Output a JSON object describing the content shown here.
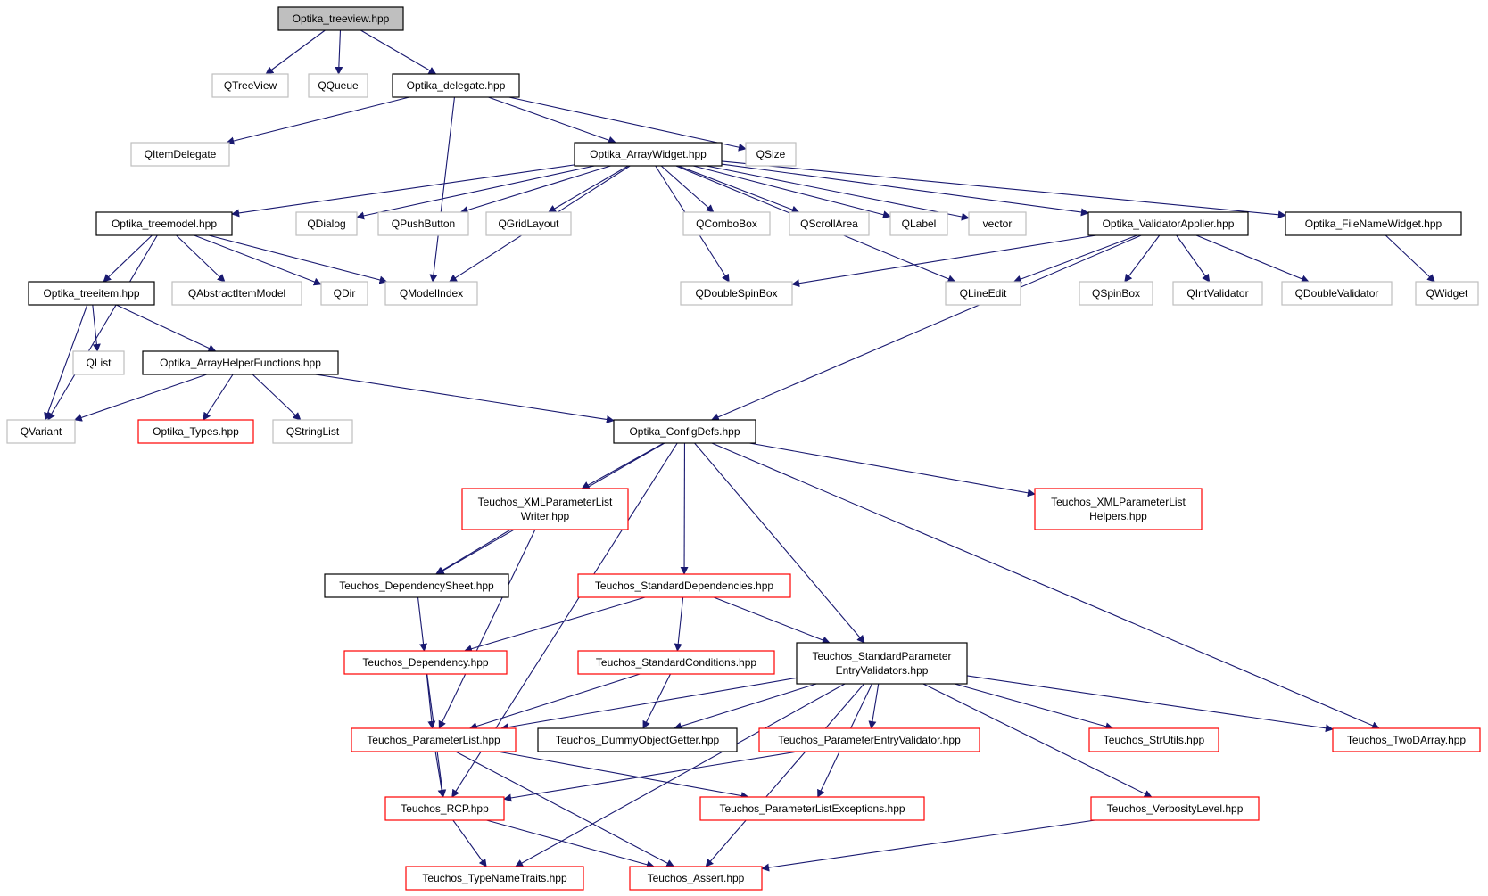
{
  "diagram": {
    "title": "",
    "colors": {
      "edge": "#191970",
      "border_internal": "#000000",
      "border_external": "#bfbfbf",
      "border_undocumented": "#ff0000",
      "fill_root": "#bfbfbf",
      "fill_default": "#ffffff"
    },
    "nodes": [
      {
        "id": "n_root",
        "lines": [
          "Optika_treeview.hpp"
        ],
        "kind": "root"
      },
      {
        "id": "n_qtreeview",
        "lines": [
          "QTreeView"
        ],
        "kind": "external"
      },
      {
        "id": "n_qqueue",
        "lines": [
          "QQueue"
        ],
        "kind": "external"
      },
      {
        "id": "n_delegate",
        "lines": [
          "Optika_delegate.hpp"
        ],
        "kind": "internal"
      },
      {
        "id": "n_qitemdelegate",
        "lines": [
          "QItemDelegate"
        ],
        "kind": "external"
      },
      {
        "id": "n_arraywidget",
        "lines": [
          "Optika_ArrayWidget.hpp"
        ],
        "kind": "internal"
      },
      {
        "id": "n_qsize",
        "lines": [
          "QSize"
        ],
        "kind": "external"
      },
      {
        "id": "n_treemodel",
        "lines": [
          "Optika_treemodel.hpp"
        ],
        "kind": "internal"
      },
      {
        "id": "n_qdialog",
        "lines": [
          "QDialog"
        ],
        "kind": "external"
      },
      {
        "id": "n_qpushbutton",
        "lines": [
          "QPushButton"
        ],
        "kind": "external"
      },
      {
        "id": "n_qgridlayout",
        "lines": [
          "QGridLayout"
        ],
        "kind": "external"
      },
      {
        "id": "n_qcombobox",
        "lines": [
          "QComboBox"
        ],
        "kind": "external"
      },
      {
        "id": "n_qscrollarea",
        "lines": [
          "QScrollArea"
        ],
        "kind": "external"
      },
      {
        "id": "n_qlabel",
        "lines": [
          "QLabel"
        ],
        "kind": "external"
      },
      {
        "id": "n_vector",
        "lines": [
          "vector"
        ],
        "kind": "external"
      },
      {
        "id": "n_validatorapplier",
        "lines": [
          "Optika_ValidatorApplier.hpp"
        ],
        "kind": "internal"
      },
      {
        "id": "n_filenamewidget",
        "lines": [
          "Optika_FileNameWidget.hpp"
        ],
        "kind": "internal"
      },
      {
        "id": "n_treeitem",
        "lines": [
          "Optika_treeitem.hpp"
        ],
        "kind": "internal"
      },
      {
        "id": "n_qabstractitemmodel",
        "lines": [
          "QAbstractItemModel"
        ],
        "kind": "external"
      },
      {
        "id": "n_qdir",
        "lines": [
          "QDir"
        ],
        "kind": "external"
      },
      {
        "id": "n_qmodelindex",
        "lines": [
          "QModelIndex"
        ],
        "kind": "external"
      },
      {
        "id": "n_qdoublespinbox",
        "lines": [
          "QDoubleSpinBox"
        ],
        "kind": "external"
      },
      {
        "id": "n_qlineedit",
        "lines": [
          "QLineEdit"
        ],
        "kind": "external"
      },
      {
        "id": "n_qspinbox",
        "lines": [
          "QSpinBox"
        ],
        "kind": "external"
      },
      {
        "id": "n_qintvalidator",
        "lines": [
          "QIntValidator"
        ],
        "kind": "external"
      },
      {
        "id": "n_qdoublevalidator",
        "lines": [
          "QDoubleValidator"
        ],
        "kind": "external"
      },
      {
        "id": "n_qwidget",
        "lines": [
          "QWidget"
        ],
        "kind": "external"
      },
      {
        "id": "n_qlist",
        "lines": [
          "QList"
        ],
        "kind": "external"
      },
      {
        "id": "n_arrayhelper",
        "lines": [
          "Optika_ArrayHelperFunctions.hpp"
        ],
        "kind": "internal"
      },
      {
        "id": "n_qvariant",
        "lines": [
          "QVariant"
        ],
        "kind": "external"
      },
      {
        "id": "n_types",
        "lines": [
          "Optika_Types.hpp"
        ],
        "kind": "undocumented"
      },
      {
        "id": "n_qstringlist",
        "lines": [
          "QStringList"
        ],
        "kind": "external"
      },
      {
        "id": "n_configdefs",
        "lines": [
          "Optika_ConfigDefs.hpp"
        ],
        "kind": "internal"
      },
      {
        "id": "n_xmlwriter",
        "lines": [
          "Teuchos_XMLParameterList",
          "Writer.hpp"
        ],
        "kind": "undocumented"
      },
      {
        "id": "n_xmlhelpers",
        "lines": [
          "Teuchos_XMLParameterList",
          "Helpers.hpp"
        ],
        "kind": "undocumented"
      },
      {
        "id": "n_depsheet",
        "lines": [
          "Teuchos_DependencySheet.hpp"
        ],
        "kind": "internal"
      },
      {
        "id": "n_stddeps",
        "lines": [
          "Teuchos_StandardDependencies.hpp"
        ],
        "kind": "undocumented"
      },
      {
        "id": "n_dependency",
        "lines": [
          "Teuchos_Dependency.hpp"
        ],
        "kind": "undocumented"
      },
      {
        "id": "n_stdconditions",
        "lines": [
          "Teuchos_StandardConditions.hpp"
        ],
        "kind": "undocumented"
      },
      {
        "id": "n_stdvalidators",
        "lines": [
          "Teuchos_StandardParameter",
          "EntryValidators.hpp"
        ],
        "kind": "internal"
      },
      {
        "id": "n_paramlist",
        "lines": [
          "Teuchos_ParameterList.hpp"
        ],
        "kind": "undocumented"
      },
      {
        "id": "n_dummygetter",
        "lines": [
          "Teuchos_DummyObjectGetter.hpp"
        ],
        "kind": "internal"
      },
      {
        "id": "n_pev",
        "lines": [
          "Teuchos_ParameterEntryValidator.hpp"
        ],
        "kind": "undocumented"
      },
      {
        "id": "n_strutils",
        "lines": [
          "Teuchos_StrUtils.hpp"
        ],
        "kind": "undocumented"
      },
      {
        "id": "n_twodarray",
        "lines": [
          "Teuchos_TwoDArray.hpp"
        ],
        "kind": "undocumented"
      },
      {
        "id": "n_rcp",
        "lines": [
          "Teuchos_RCP.hpp"
        ],
        "kind": "undocumented"
      },
      {
        "id": "n_plexceptions",
        "lines": [
          "Teuchos_ParameterListExceptions.hpp"
        ],
        "kind": "undocumented"
      },
      {
        "id": "n_verbosity",
        "lines": [
          "Teuchos_VerbosityLevel.hpp"
        ],
        "kind": "undocumented"
      },
      {
        "id": "n_typenametraits",
        "lines": [
          "Teuchos_TypeNameTraits.hpp"
        ],
        "kind": "undocumented"
      },
      {
        "id": "n_assert",
        "lines": [
          "Teuchos_Assert.hpp"
        ],
        "kind": "undocumented"
      }
    ],
    "edges": [
      [
        "n_root",
        "n_qtreeview"
      ],
      [
        "n_root",
        "n_qqueue"
      ],
      [
        "n_root",
        "n_delegate"
      ],
      [
        "n_delegate",
        "n_qitemdelegate"
      ],
      [
        "n_delegate",
        "n_arraywidget"
      ],
      [
        "n_delegate",
        "n_qsize"
      ],
      [
        "n_delegate",
        "n_qmodelindex"
      ],
      [
        "n_arraywidget",
        "n_treemodel"
      ],
      [
        "n_arraywidget",
        "n_qdialog"
      ],
      [
        "n_arraywidget",
        "n_qpushbutton"
      ],
      [
        "n_arraywidget",
        "n_qgridlayout"
      ],
      [
        "n_arraywidget",
        "n_qmodelindex"
      ],
      [
        "n_arraywidget",
        "n_qdoublespinbox"
      ],
      [
        "n_arraywidget",
        "n_qcombobox"
      ],
      [
        "n_arraywidget",
        "n_qscrollarea"
      ],
      [
        "n_arraywidget",
        "n_qlabel"
      ],
      [
        "n_arraywidget",
        "n_vector"
      ],
      [
        "n_arraywidget",
        "n_qlineedit"
      ],
      [
        "n_arraywidget",
        "n_validatorapplier"
      ],
      [
        "n_arraywidget",
        "n_filenamewidget"
      ],
      [
        "n_treemodel",
        "n_treeitem"
      ],
      [
        "n_treemodel",
        "n_qabstractitemmodel"
      ],
      [
        "n_treemodel",
        "n_qdir"
      ],
      [
        "n_treemodel",
        "n_qmodelindex"
      ],
      [
        "n_treemodel",
        "n_qvariant"
      ],
      [
        "n_validatorapplier",
        "n_qdoublespinbox"
      ],
      [
        "n_validatorapplier",
        "n_qlineedit"
      ],
      [
        "n_validatorapplier",
        "n_qspinbox"
      ],
      [
        "n_validatorapplier",
        "n_qintvalidator"
      ],
      [
        "n_validatorapplier",
        "n_qdoublevalidator"
      ],
      [
        "n_validatorapplier",
        "n_configdefs"
      ],
      [
        "n_filenamewidget",
        "n_qwidget"
      ],
      [
        "n_treeitem",
        "n_qlist"
      ],
      [
        "n_treeitem",
        "n_arrayhelper"
      ],
      [
        "n_treeitem",
        "n_qvariant"
      ],
      [
        "n_arrayhelper",
        "n_qvariant"
      ],
      [
        "n_arrayhelper",
        "n_types"
      ],
      [
        "n_arrayhelper",
        "n_qstringlist"
      ],
      [
        "n_arrayhelper",
        "n_configdefs"
      ],
      [
        "n_configdefs",
        "n_xmlwriter"
      ],
      [
        "n_configdefs",
        "n_xmlhelpers"
      ],
      [
        "n_configdefs",
        "n_depsheet"
      ],
      [
        "n_configdefs",
        "n_stddeps"
      ],
      [
        "n_configdefs",
        "n_stdvalidators"
      ],
      [
        "n_configdefs",
        "n_twodarray"
      ],
      [
        "n_configdefs",
        "n_rcp"
      ],
      [
        "n_xmlwriter",
        "n_depsheet"
      ],
      [
        "n_xmlwriter",
        "n_paramlist"
      ],
      [
        "n_depsheet",
        "n_dependency"
      ],
      [
        "n_stddeps",
        "n_dependency"
      ],
      [
        "n_stddeps",
        "n_stdconditions"
      ],
      [
        "n_stddeps",
        "n_stdvalidators"
      ],
      [
        "n_dependency",
        "n_paramlist"
      ],
      [
        "n_dependency",
        "n_rcp"
      ],
      [
        "n_stdconditions",
        "n_paramlist"
      ],
      [
        "n_stdconditions",
        "n_dummygetter"
      ],
      [
        "n_stdvalidators",
        "n_paramlist"
      ],
      [
        "n_stdvalidators",
        "n_dummygetter"
      ],
      [
        "n_stdvalidators",
        "n_pev"
      ],
      [
        "n_stdvalidators",
        "n_strutils"
      ],
      [
        "n_stdvalidators",
        "n_twodarray"
      ],
      [
        "n_stdvalidators",
        "n_verbosity"
      ],
      [
        "n_stdvalidators",
        "n_plexceptions"
      ],
      [
        "n_stdvalidators",
        "n_typenametraits"
      ],
      [
        "n_stdvalidators",
        "n_assert"
      ],
      [
        "n_paramlist",
        "n_rcp"
      ],
      [
        "n_paramlist",
        "n_plexceptions"
      ],
      [
        "n_paramlist",
        "n_assert"
      ],
      [
        "n_pev",
        "n_rcp"
      ],
      [
        "n_rcp",
        "n_typenametraits"
      ],
      [
        "n_rcp",
        "n_assert"
      ],
      [
        "n_verbosity",
        "n_assert"
      ]
    ]
  }
}
